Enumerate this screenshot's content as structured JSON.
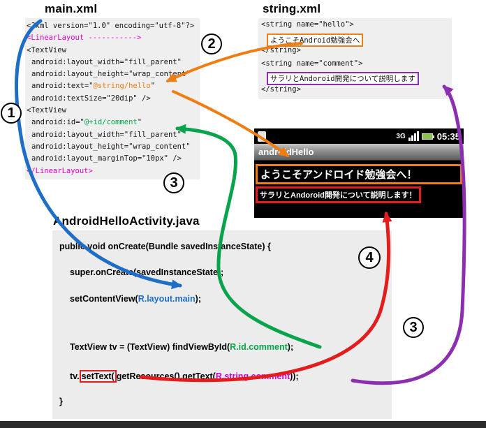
{
  "headings": {
    "main_xml": "main.xml",
    "string_xml": "string.xml",
    "java_file": "AndroidHelloActivity.java"
  },
  "colors": {
    "magenta": "#e400c8",
    "orange": "#ef7d12",
    "green": "#07a44b",
    "blue": "#1e6ec8",
    "purple": "#8b2fb0",
    "red": "#e31d1d",
    "code_bg": "#efefef"
  },
  "main_xml": {
    "l01": "<?xml version=\"1.0\" encoding=\"utf-8\"?>",
    "l02": "<LinearLayout ----------->",
    "l03": "<TextView",
    "l04": "android:layout_width=\"fill_parent\"",
    "l05": "android:layout_height=\"wrap_content\"",
    "l06a": "android:text=\"",
    "l06b": "@string/hello",
    "l06c": "\"",
    "l07": "android:textSize=\"20dip\" />",
    "l08": "<TextView",
    "l09a": "android:id=\"",
    "l09b": "@+id/comment",
    "l09c": "\"",
    "l10": "android:layout_width=\"fill_parent\"",
    "l11": "android:layout_height=\"wrap_content\"",
    "l12": "android:layout_marginTop=\"10px\" />",
    "l13": "</LinearLayout>"
  },
  "string_xml": {
    "l1": "<string name=\"hello\">",
    "l2": "ようこそAndroid勉強会へ",
    "l3": "</string>",
    "l4": "<string name=\"comment\">",
    "l5": "サラリとAndoroid開発について説明します",
    "l6": "</string>"
  },
  "phone": {
    "network": "3G",
    "time": "05:35",
    "title": "androidHello",
    "line1": "ようこそアンドロイド勉強会へ！",
    "line2": "サラリとAndoroid開発について説明します！"
  },
  "java": {
    "l1": "public void onCreate(Bundle savedInstanceState) {",
    "l2": "super.onCreate(savedInstanceState);",
    "l3a": "setContentView(",
    "l3b": "R.layout.main",
    "l3c": ");",
    "l4a": "TextView tv = (TextView) findViewById(",
    "l4b": "R.id.comment",
    "l4c": ");",
    "l5a": "tv.",
    "l5b": "setText(",
    "l5c": "getResources().getText(",
    "l5d": "R.string.comment",
    "l5e": "));",
    "l6": "}"
  },
  "badges": {
    "b1": "1",
    "b2": "2",
    "b3a": "3",
    "b4": "4",
    "b3b": "3"
  }
}
